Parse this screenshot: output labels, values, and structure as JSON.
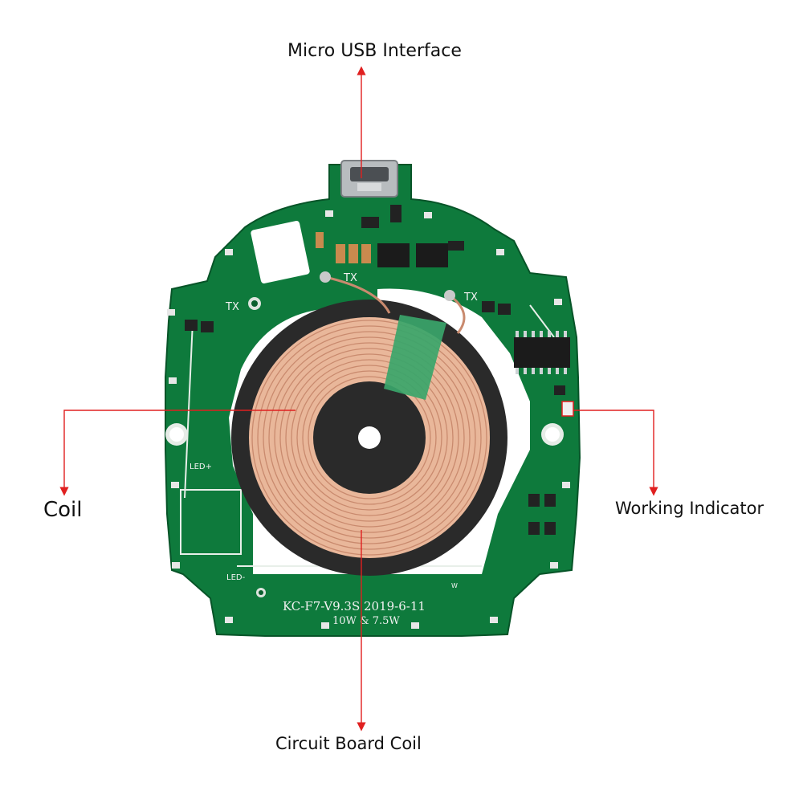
{
  "callouts": {
    "micro_usb": "Micro USB Interface",
    "coil": "Coil",
    "working_indicator": "Working Indicator",
    "circuit_board_coil": "Circuit Board Coil"
  },
  "board": {
    "model": "KC-F7-V9.3S 2019-6-11",
    "power": "10W & 7.5W",
    "tx_left": "TX",
    "tx_mid": "TX",
    "tx_right": "TX",
    "led_plus": "LED+",
    "led_minus": "LED-",
    "w_mark": "W"
  },
  "colors": {
    "pcb": "#0e7a3c",
    "pcb_dark": "#0a5e2d",
    "silkscreen": "#f2f2f2",
    "coil": "#e9b79a",
    "ferrite": "#2a2a2a",
    "arrow": "#e02020",
    "tape": "#3aa56a"
  }
}
